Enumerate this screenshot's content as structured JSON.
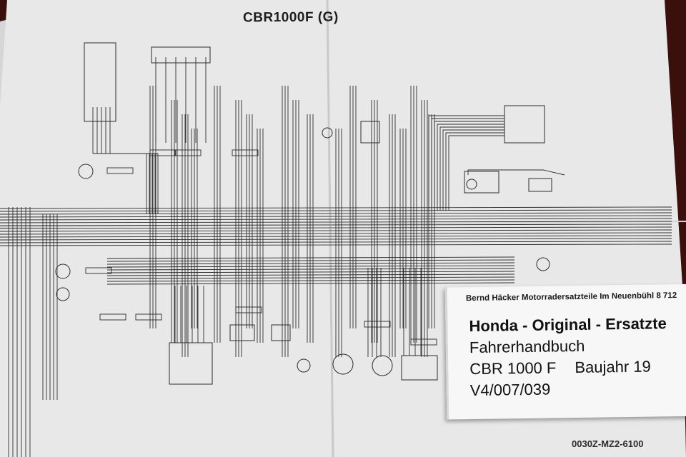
{
  "diagram": {
    "title": "CBR1000F (G)",
    "part_number": "0030Z-MZ2-6100"
  },
  "label": {
    "seller": "Bernd Häcker Motorradersatzteile Im Neuenbühl 8 712",
    "line1": "Honda - Original - Ersatzte",
    "line2": "Fahrerhandbuch",
    "line3_model": "CBR 1000 F",
    "line3_year": "Baujahr 19",
    "line4": "V4/007/039"
  },
  "colors": {
    "background": "#3a0f0c",
    "paper": "#e9e9ea",
    "ink": "#2a2a2a",
    "label": "#f7f7f7"
  }
}
